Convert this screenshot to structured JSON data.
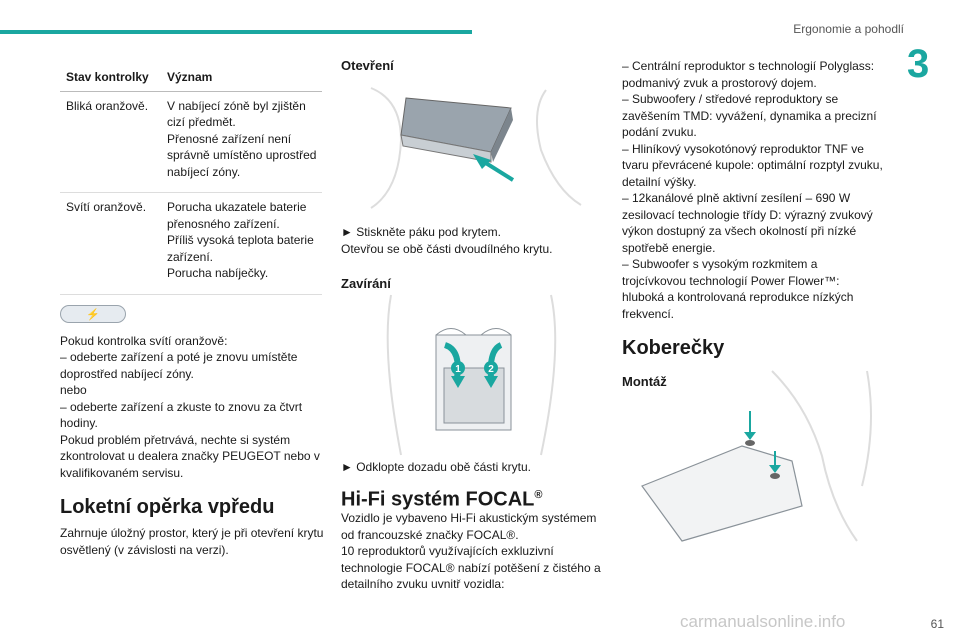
{
  "header": {
    "section_title": "Ergonomie a pohodlí",
    "chapter_number": "3"
  },
  "left": {
    "table": {
      "headers": [
        "Stav kontrolky",
        "Význam"
      ],
      "rows": [
        {
          "state": "Bliká oranžově.",
          "meaning": [
            "V nabíjecí zóně byl zjištěn cizí předmět.",
            "Přenosné zařízení není správně umístěno uprostřed nabíjecí zóny."
          ]
        },
        {
          "state": "Svítí oranžově.",
          "meaning": [
            "Porucha ukazatele baterie přenosného zařízení.",
            "Příliš vysoká teplota baterie zařízení.",
            "Porucha nabíječky."
          ]
        }
      ]
    },
    "warning_lines": [
      "Pokud kontrolka svítí oranžově:",
      "–  odeberte zařízení a poté je znovu umístěte doprostřed nabíjecí zóny.",
      "nebo",
      "–  odeberte zařízení a zkuste to znovu za čtvrt hodiny.",
      "Pokud problém přetrvává, nechte si systém zkontrolovat u dealera značky PEUGEOT nebo v kvalifikovaném servisu."
    ],
    "armrest_title": "Loketní opěrka vpředu",
    "armrest_text": "Zahrnuje úložný prostor, který je při otevření krytu osvětlený (v závislosti na verzi)."
  },
  "middle": {
    "open_title": "Otevření",
    "open_steps": [
      "► Stiskněte páku pod krytem.",
      "Otevřou se obě části dvoudílného krytu."
    ],
    "close_title": "Zavírání",
    "close_step": "► Odklopte dozadu obě části krytu.",
    "callouts": [
      "1",
      "2"
    ],
    "hifi_title": "Hi-Fi systém FOCAL",
    "hifi_mark": "®",
    "hifi_lines": [
      "Vozidlo je vybaveno Hi-Fi akustickým systémem od francouzské značky FOCAL®.",
      "10 reproduktorů využívajících exkluzivní technologie FOCAL® nabízí potěšení z čistého a detailního zvuku uvnitř vozidla:"
    ]
  },
  "right": {
    "bullets": [
      "–  Centrální reproduktor s technologií Polyglass: podmanivý zvuk a prostorový dojem.",
      "–  Subwoofery / středové reproduktory se zavěšením TMD: vyvážení, dynamika a precizní podání zvuku.",
      "–  Hliníkový vysokotónový reproduktor TNF ve tvaru převrácené kupole: optimální rozptyl zvuku, detailní výšky.",
      "–  12kanálové plně aktivní zesílení – 690 W zesilovací technologie třídy D: výrazný zvukový výkon dostupný za všech okolností při nízké spotřebě energie.",
      "–  Subwoofer s vysokým rozkmitem a trojcívkovou technologií Power Flower™: hluboká a kontrolovaná reprodukce nízkých frekvencí."
    ],
    "mats_title": "Koberečky",
    "mats_subtitle": "Montáž"
  },
  "footer": {
    "page_number": "61",
    "watermark": "carmanualsonline.info"
  },
  "colors": {
    "accent": "#1aa7a0",
    "warning_orange": "#e07b00"
  }
}
